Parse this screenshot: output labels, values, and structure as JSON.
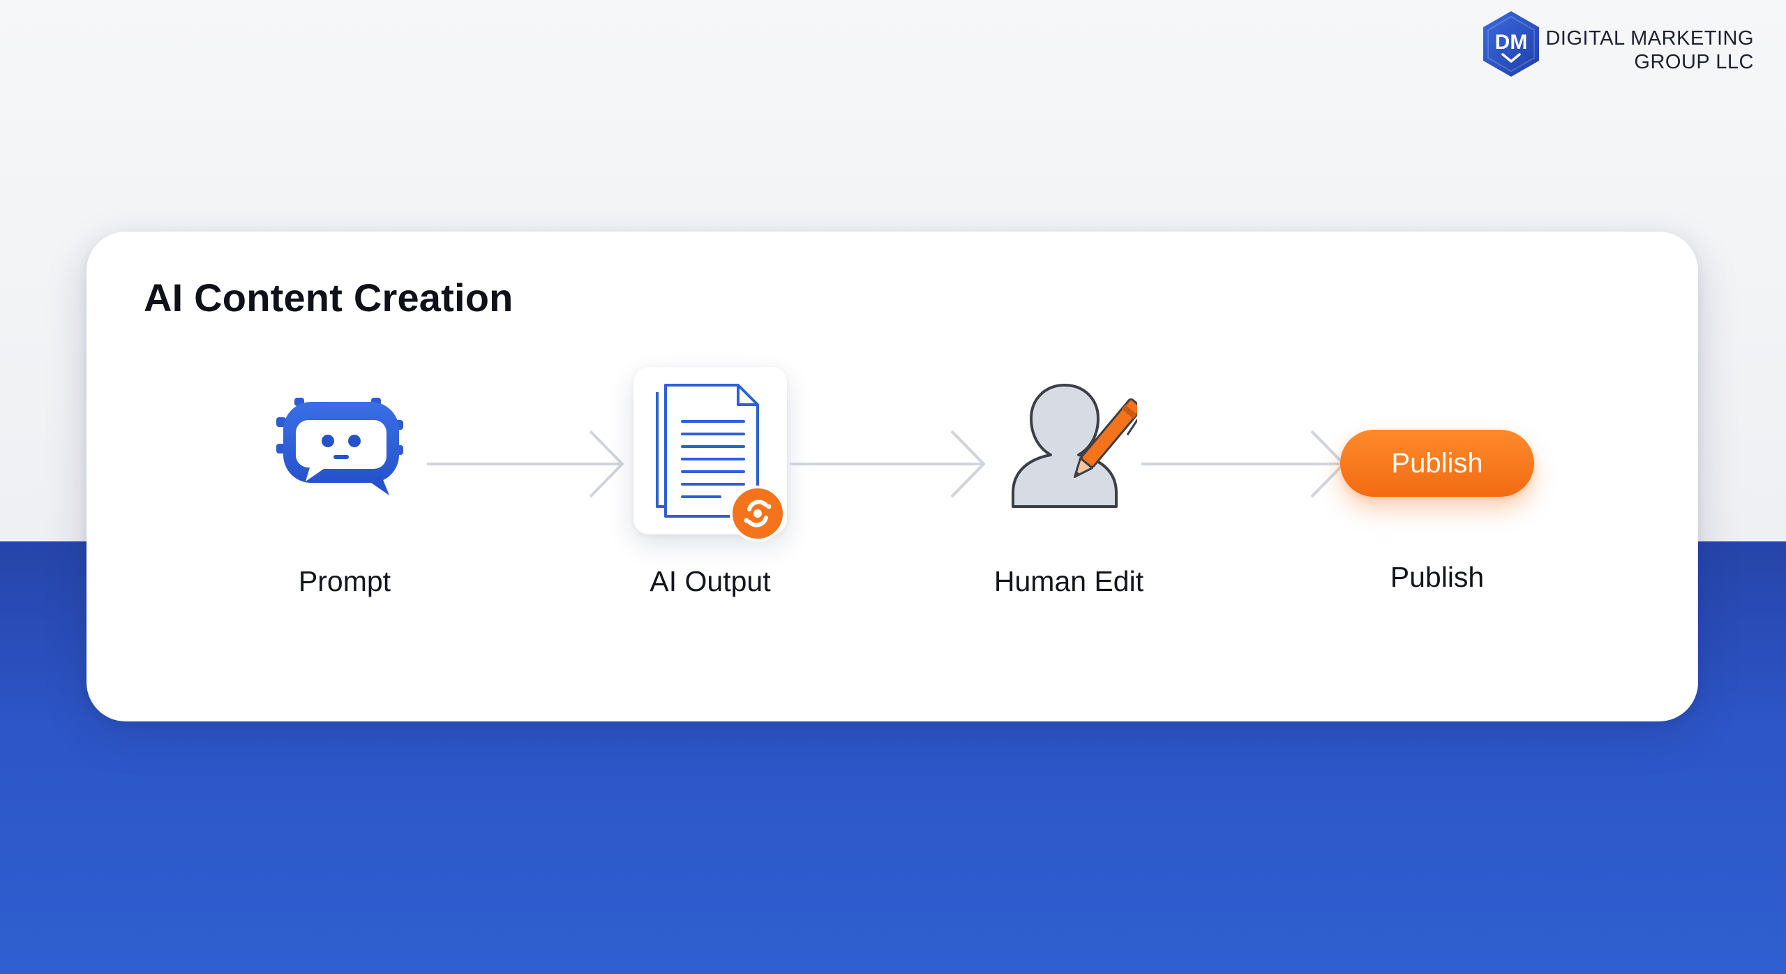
{
  "logo": {
    "monogram": "DM",
    "name_line1": "DIGITAL MARKETING",
    "name_line2": "GROUP LLC",
    "brand_color": "#2f55c9"
  },
  "diagram": {
    "title": "AI Content Creation",
    "steps": [
      {
        "label": "Prompt",
        "icon": "chatbot-icon"
      },
      {
        "label": "AI Output",
        "icon": "document-icon"
      },
      {
        "label": "Human Edit",
        "icon": "person-pen-icon"
      },
      {
        "label": "Publish",
        "icon": "publish-button"
      }
    ],
    "publish_button_label": "Publish"
  },
  "colors": {
    "accent_blue": "#2f5fd8",
    "accent_orange": "#f5731a",
    "connector_gray": "#cfd4dc"
  }
}
